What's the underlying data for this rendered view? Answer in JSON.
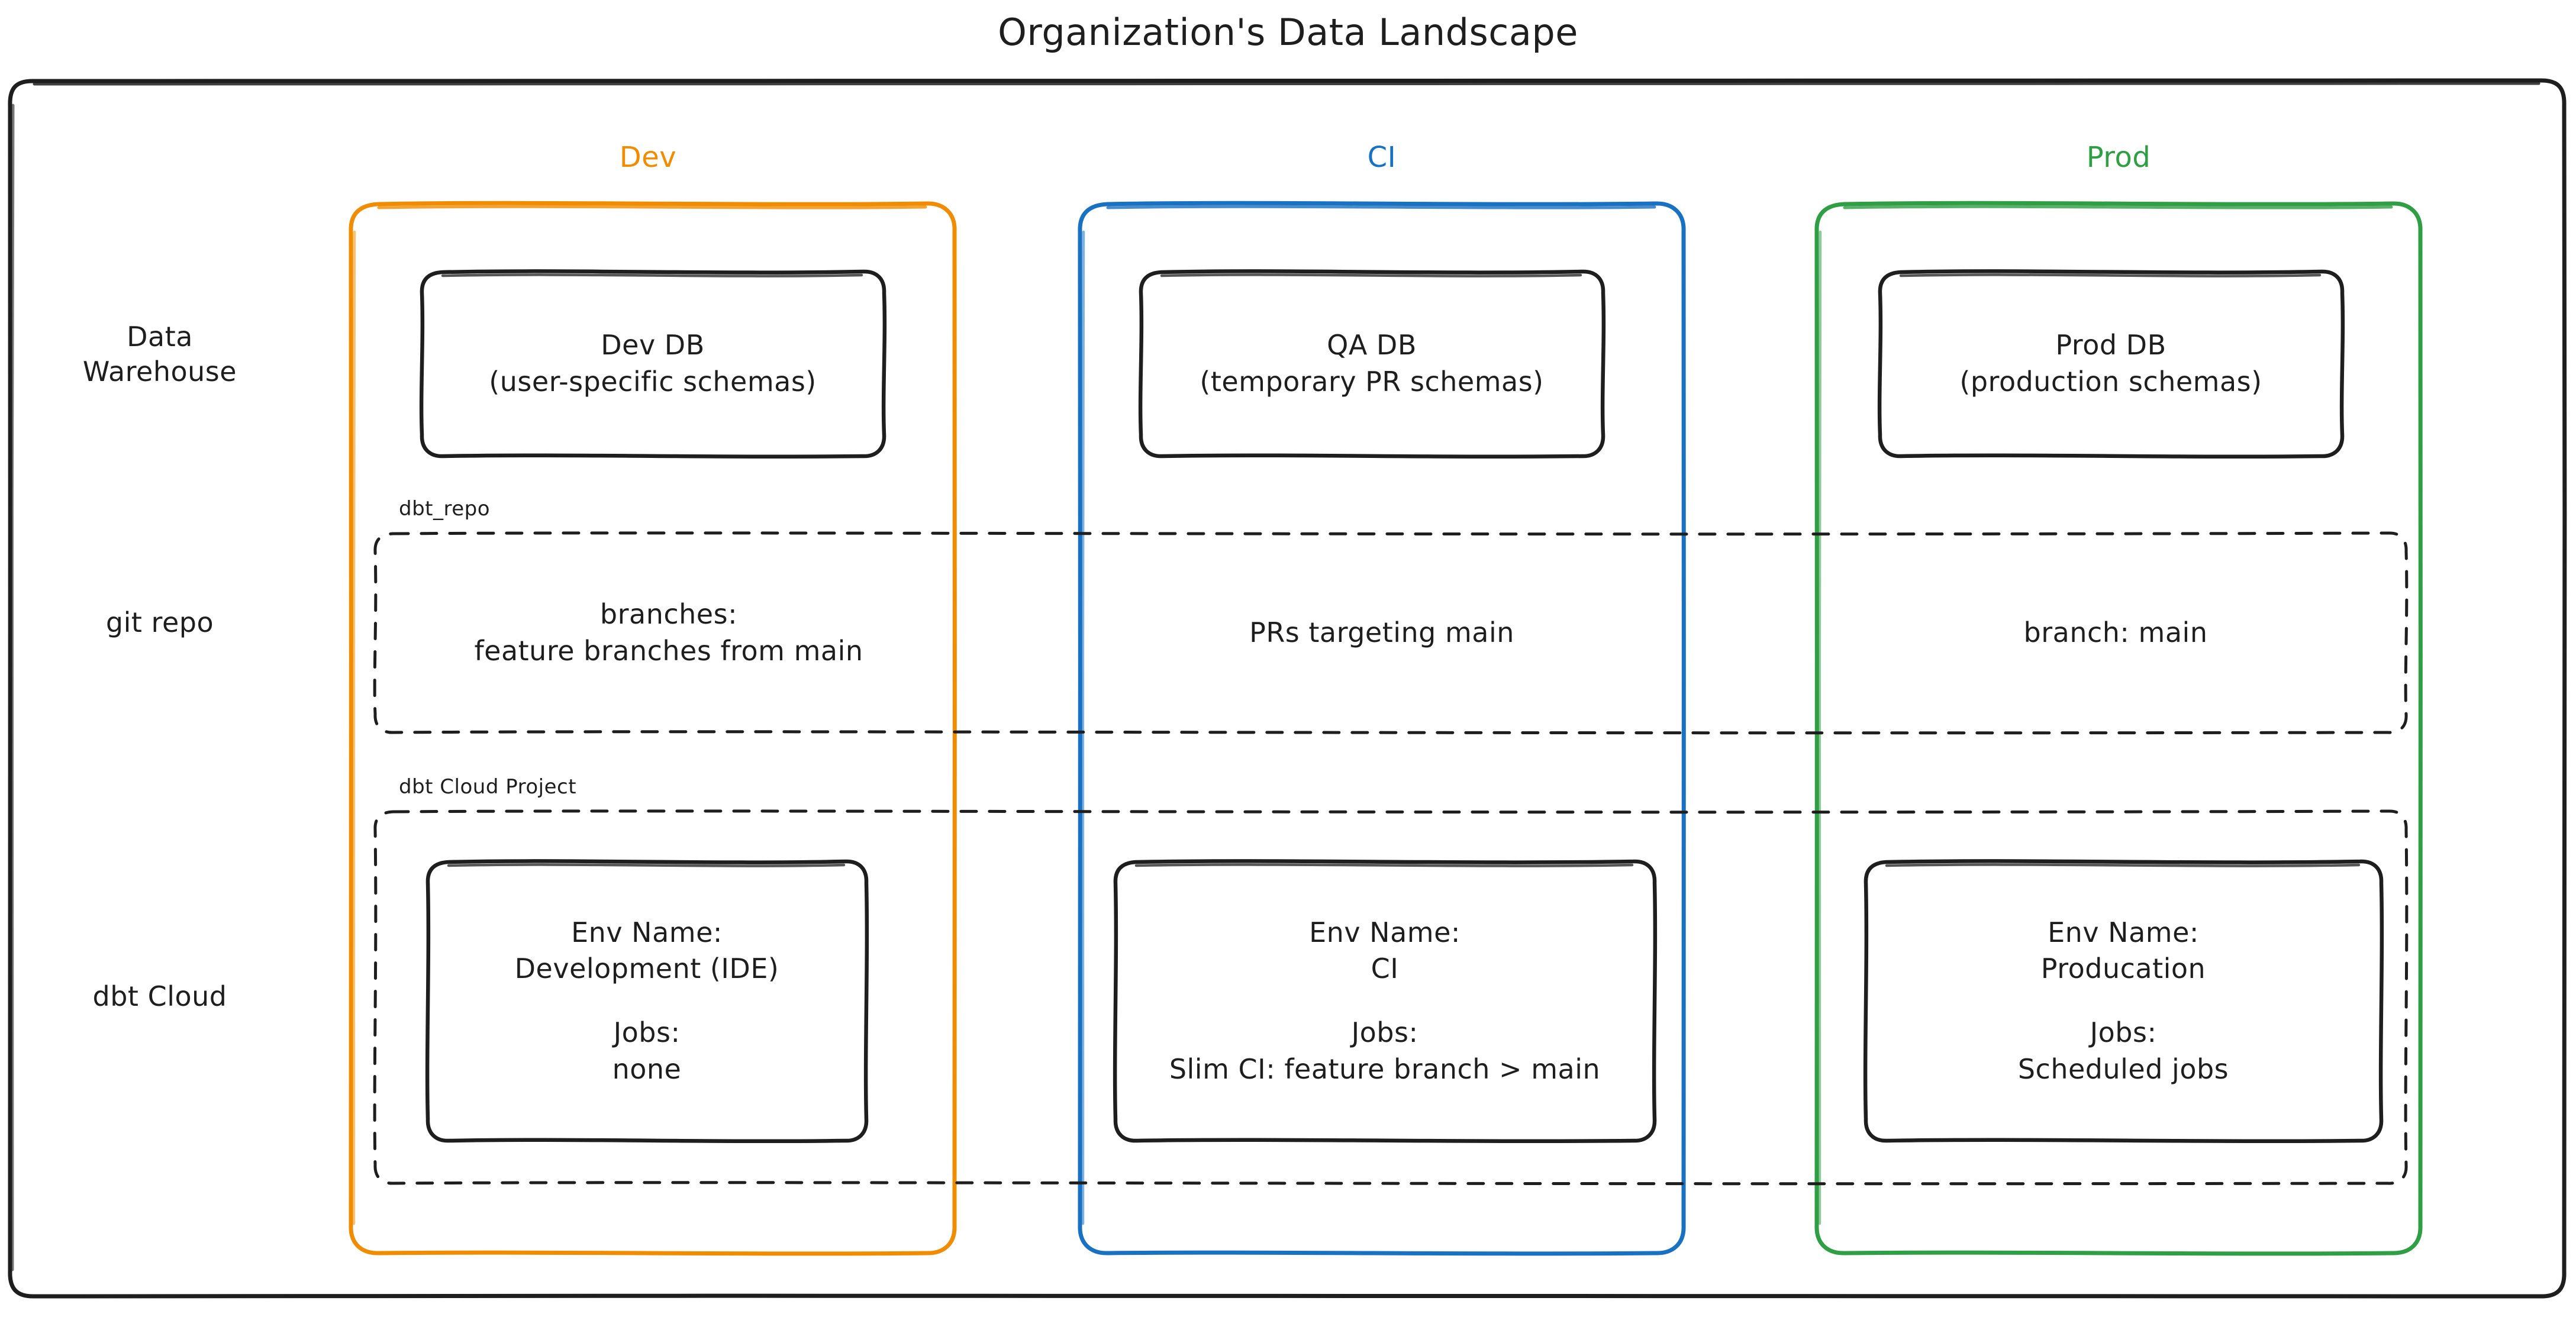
{
  "title": "Organization's Data Landscape",
  "colors": {
    "dev": "#f08c00",
    "ci": "#1971c2",
    "prod": "#2f9e44",
    "stroke": "#1e1e1e",
    "background": "#ffffff"
  },
  "row_labels": {
    "warehouse": "Data\nWarehouse",
    "git": "git repo",
    "dbt_cloud": "dbt Cloud"
  },
  "columns": [
    {
      "key": "dev",
      "label": "Dev",
      "color": "#f08c00"
    },
    {
      "key": "ci",
      "label": "CI",
      "color": "#1971c2"
    },
    {
      "key": "prod",
      "label": "Prod",
      "color": "#2f9e44"
    }
  ],
  "lanes": {
    "git": {
      "label": "dbt_repo"
    },
    "dbt_cloud": {
      "label": "dbt Cloud Project"
    }
  },
  "warehouse_row": {
    "dev": {
      "title": "Dev DB",
      "detail": "(user-specific schemas)"
    },
    "ci": {
      "title": "QA DB",
      "detail": "(temporary PR schemas)"
    },
    "prod": {
      "title": "Prod DB",
      "detail": "(production schemas)"
    }
  },
  "git_row": {
    "dev": {
      "line1": "branches:",
      "line2": "feature branches from main"
    },
    "ci": {
      "line1": "PRs targeting main",
      "line2": ""
    },
    "prod": {
      "line1": "branch: main",
      "line2": ""
    }
  },
  "dbt_cloud_row": {
    "dev": {
      "env_label": "Env Name:",
      "env_value": "Development (IDE)",
      "jobs_label": "Jobs:",
      "jobs_value": "none"
    },
    "ci": {
      "env_label": "Env Name:",
      "env_value": "CI",
      "jobs_label": "Jobs:",
      "jobs_value": "Slim CI: feature branch > main"
    },
    "prod": {
      "env_label": "Env Name:",
      "env_value": "Producation",
      "jobs_label": "Jobs:",
      "jobs_value": "Scheduled jobs"
    }
  }
}
